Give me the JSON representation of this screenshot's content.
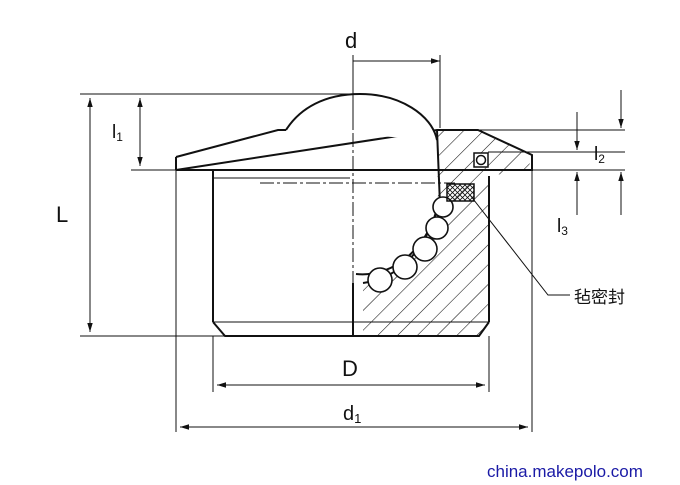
{
  "labels": {
    "d": "d",
    "L": "L",
    "l1_main": "l",
    "l1_sub": "1",
    "l2_main": "l",
    "l2_sub": "2",
    "l3_main": "l",
    "l3_sub": "3",
    "D": "D",
    "d1_main": "d",
    "d1_sub": "1",
    "seal": "毡密封"
  },
  "watermark": "china.makepolo.com",
  "colors": {
    "line": "#111111",
    "watermark": "#1a1aa6"
  }
}
